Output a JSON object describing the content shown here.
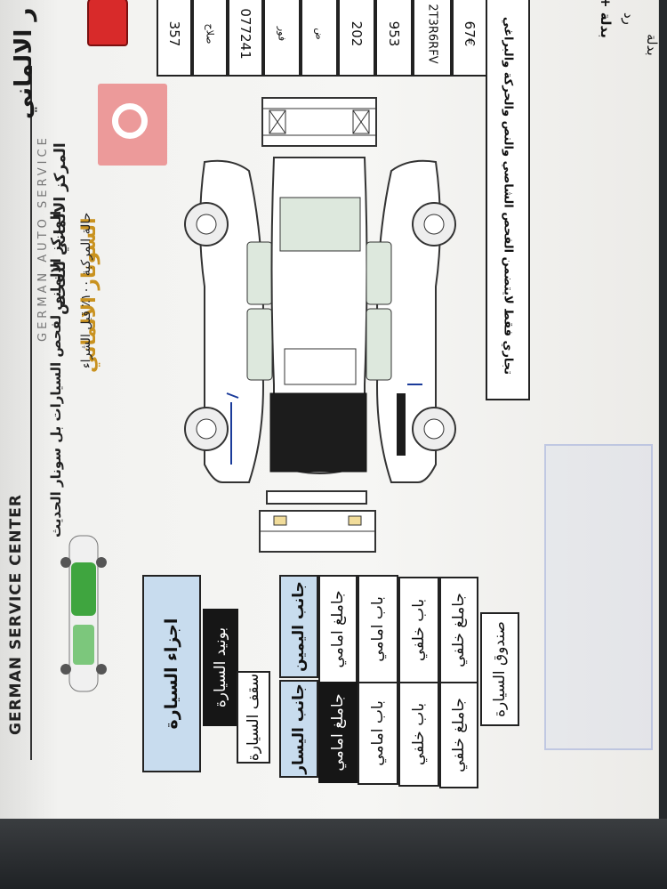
{
  "header": {
    "english_name": "GERMAN SERVICE CENTER",
    "arabic_title_line1": "المركز الالماني للفحص",
    "arabic_subtitle": "المركز الالماني لفحص السيارات بل سونار الحديث",
    "arabic_subtitle2": "حالة المركبة ١٠٠٪ قبل الشراء",
    "top_title_fragment": "ر الالماني",
    "logo_text": "GERMAN AUTO SERVICE",
    "logo_arabic": "السونار الالماني"
  },
  "info_boxes": {
    "values": [
      "357",
      "صلاح",
      "077241",
      "فور",
      "ض",
      "202",
      "953",
      "2T3R6RFV",
      "67€"
    ],
    "note": "تجاري فقط لايتضمن الفحص الشاصي والنص والحركة والبراغي"
  },
  "right_fragments": {
    "line1": "رد",
    "line2": "+ بدلة",
    "line3": "بدلة"
  },
  "parts": {
    "header": "اجزاء السيارة",
    "hood": "بونيد السيارة",
    "roof": "سقف السيارة",
    "right_side": "جانب اليمين",
    "left_side": "جانب اليسار",
    "right_items": [
      "جاملغ امامي",
      "باب امامي",
      "باب خلفي",
      "جاملغ خلفي"
    ],
    "left_items": [
      "جاملغ امامي",
      "باب امامي",
      "باب خلفي",
      "جاملغ خلفي"
    ],
    "trunk": "صندوق السيارة"
  },
  "colors": {
    "paper": "#f3f3f1",
    "ink": "#161616",
    "pale_blue": "#c8dcee",
    "logo_red": "#e03a3a",
    "pen_blue": "#1a3b9a"
  }
}
